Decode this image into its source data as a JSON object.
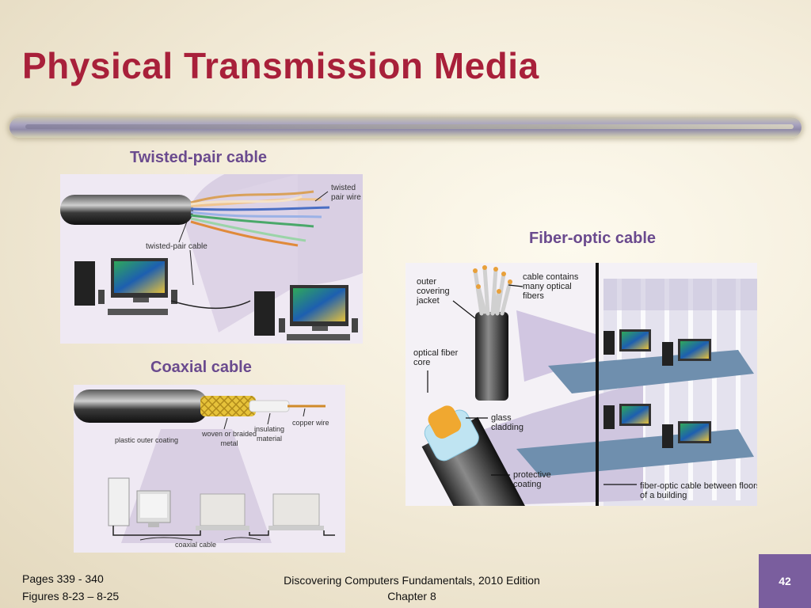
{
  "slide": {
    "title": "Physical Transmission Media",
    "page_number": "42"
  },
  "twisted_pair": {
    "caption": "Twisted-pair cable",
    "label_wire": "twisted\npair wire",
    "label_cable": "twisted-pair cable"
  },
  "coaxial": {
    "caption": "Coaxial cable",
    "label_copper": "copper wire",
    "label_insulating": "insulating\nmaterial",
    "label_braided": "woven or braided\nmetal",
    "label_outer": "plastic outer coating",
    "label_coax": "coaxial cable"
  },
  "fiber": {
    "caption": "Fiber-optic cable",
    "label_jacket": "outer\ncovering\njacket",
    "label_contains": "cable contains\nmany optical\nfibers",
    "label_core": "optical fiber\ncore",
    "label_cladding": "glass\ncladding",
    "label_coating": "protective\ncoating",
    "label_floors": "fiber-optic cable between floors\nof a building"
  },
  "footer": {
    "pages": "Pages 339 - 340",
    "figures": "Figures 8-23 – 8-25",
    "book": "Discovering Computers Fundamentals, 2010 Edition",
    "chapter": "Chapter 8"
  }
}
